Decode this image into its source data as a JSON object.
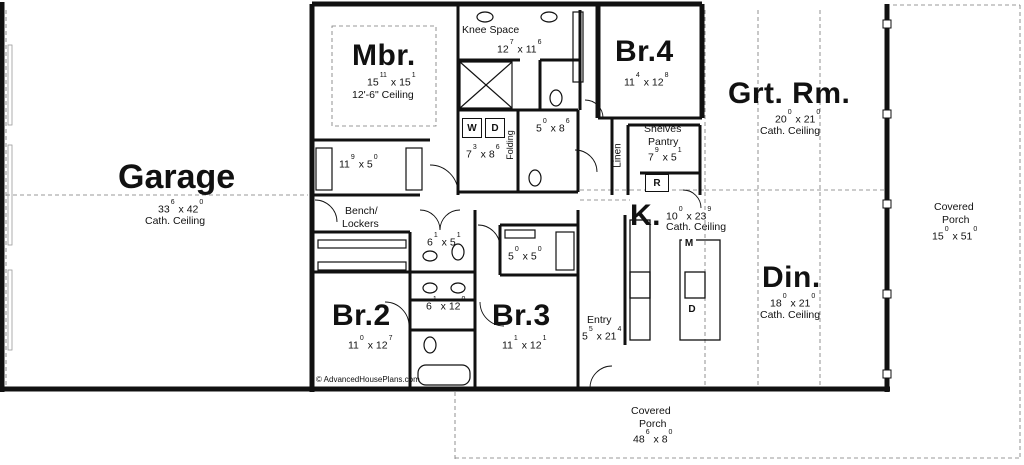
{
  "rooms": {
    "garage": {
      "name": "Garage",
      "w": "33",
      "w_in": "6",
      "d": "42",
      "d_in": "0",
      "note": "Cath. Ceiling"
    },
    "mbr": {
      "name": "Mbr.",
      "w": "15",
      "w_in": "11",
      "d": "15",
      "d_in": "1",
      "note": "12'-6\" Ceiling"
    },
    "knee_space": {
      "name": "Knee Space"
    },
    "mbath": {
      "w": "12",
      "w_in": "7",
      "d": "11",
      "d_in": "6"
    },
    "br4": {
      "name": "Br.4",
      "w": "11",
      "w_in": "4",
      "d": "12",
      "d_in": "8"
    },
    "grt_rm": {
      "name": "Grt. Rm.",
      "w": "20",
      "w_in": "0",
      "d": "21",
      "d_in": "0",
      "note": "Cath. Ceiling"
    },
    "mbr_closet": {
      "w": "11",
      "w_in": "9",
      "d": "5",
      "d_in": "0"
    },
    "laundry": {
      "w": "7",
      "w_in": "3",
      "d": "8",
      "d_in": "6",
      "washer": "W",
      "dryer": "D",
      "folding": "Folding"
    },
    "bath_small": {
      "w": "5",
      "w_in": "0",
      "d": "8",
      "d_in": "6"
    },
    "linen": {
      "name": "Linen"
    },
    "pantry": {
      "name_line1": "Shelves",
      "name_line2": "Pantry",
      "w": "7",
      "w_in": "9",
      "d": "5",
      "d_in": "1",
      "fridge": "R"
    },
    "kitchen": {
      "name": "K.",
      "w": "10",
      "w_in": "0",
      "d": "23",
      "d_in": "9",
      "note": "Cath. Ceiling",
      "microwave": "M",
      "dishwasher": "D"
    },
    "bench": {
      "name_line1": "Bench/",
      "name_line2": "Lockers"
    },
    "hall_bath": {
      "w": "6",
      "w_in": "1",
      "d": "5",
      "d_in": "1"
    },
    "hall_bath2": {
      "w": "6",
      "w_in": "1",
      "d": "12",
      "d_in": "0"
    },
    "br3_closet": {
      "w": "5",
      "w_in": "0",
      "d": "5",
      "d_in": "0"
    },
    "br2": {
      "name": "Br.2",
      "w": "11",
      "w_in": "0",
      "d": "12",
      "d_in": "7"
    },
    "br3": {
      "name": "Br.3",
      "w": "11",
      "w_in": "1",
      "d": "12",
      "d_in": "1"
    },
    "entry": {
      "name": "Entry",
      "w": "5",
      "w_in": "5",
      "d": "21",
      "d_in": "4"
    },
    "din": {
      "name": "Din.",
      "w": "18",
      "w_in": "0",
      "d": "21",
      "d_in": "0",
      "note": "Cath. Ceiling"
    },
    "porch_side": {
      "name_line1": "Covered",
      "name_line2": "Porch",
      "w": "15",
      "w_in": "0",
      "d": "51",
      "d_in": "0"
    },
    "porch_front": {
      "name_line1": "Covered",
      "name_line2": "Porch",
      "w": "48",
      "w_in": "6",
      "d": "8",
      "d_in": "0"
    }
  },
  "copyright": "© AdvancedHousePlans.com"
}
